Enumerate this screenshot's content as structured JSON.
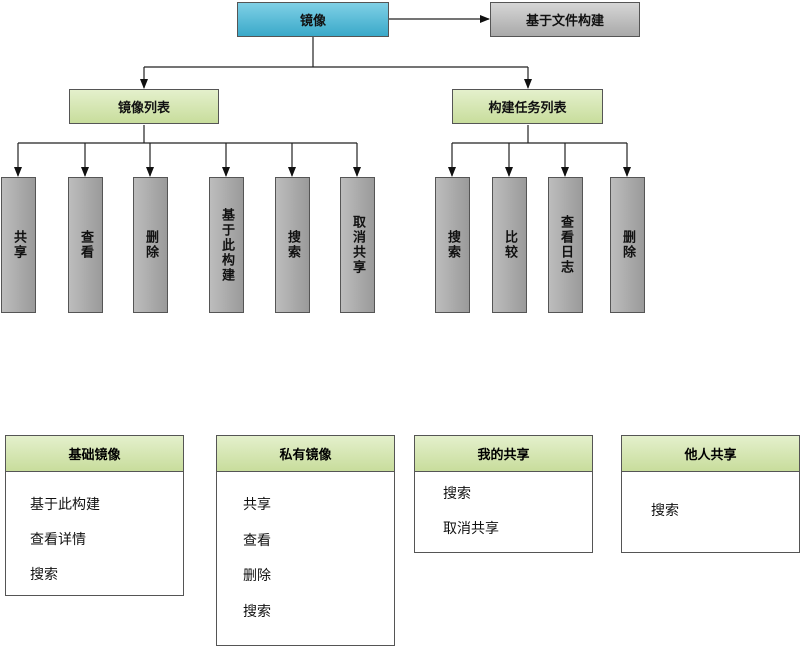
{
  "root": "镜像",
  "side": "基于文件构建",
  "branches": {
    "list": "镜像列表",
    "tasks": "构建任务列表"
  },
  "list_leaves": [
    "共享",
    "查看",
    "删除",
    "基于此构建",
    "搜索",
    "取消共享"
  ],
  "task_leaves": [
    "搜索",
    "比较",
    "查看日志",
    "删除"
  ],
  "cards": [
    {
      "title": "基础镜像",
      "items": [
        "基于此构建",
        "查看详情",
        "搜索"
      ]
    },
    {
      "title": "私有镜像",
      "items": [
        "共享",
        "查看",
        "删除",
        "搜索"
      ]
    },
    {
      "title": "我的共享",
      "items": [
        "搜索",
        "取消共享"
      ]
    },
    {
      "title": "他人共享",
      "items": [
        "搜索"
      ]
    }
  ]
}
